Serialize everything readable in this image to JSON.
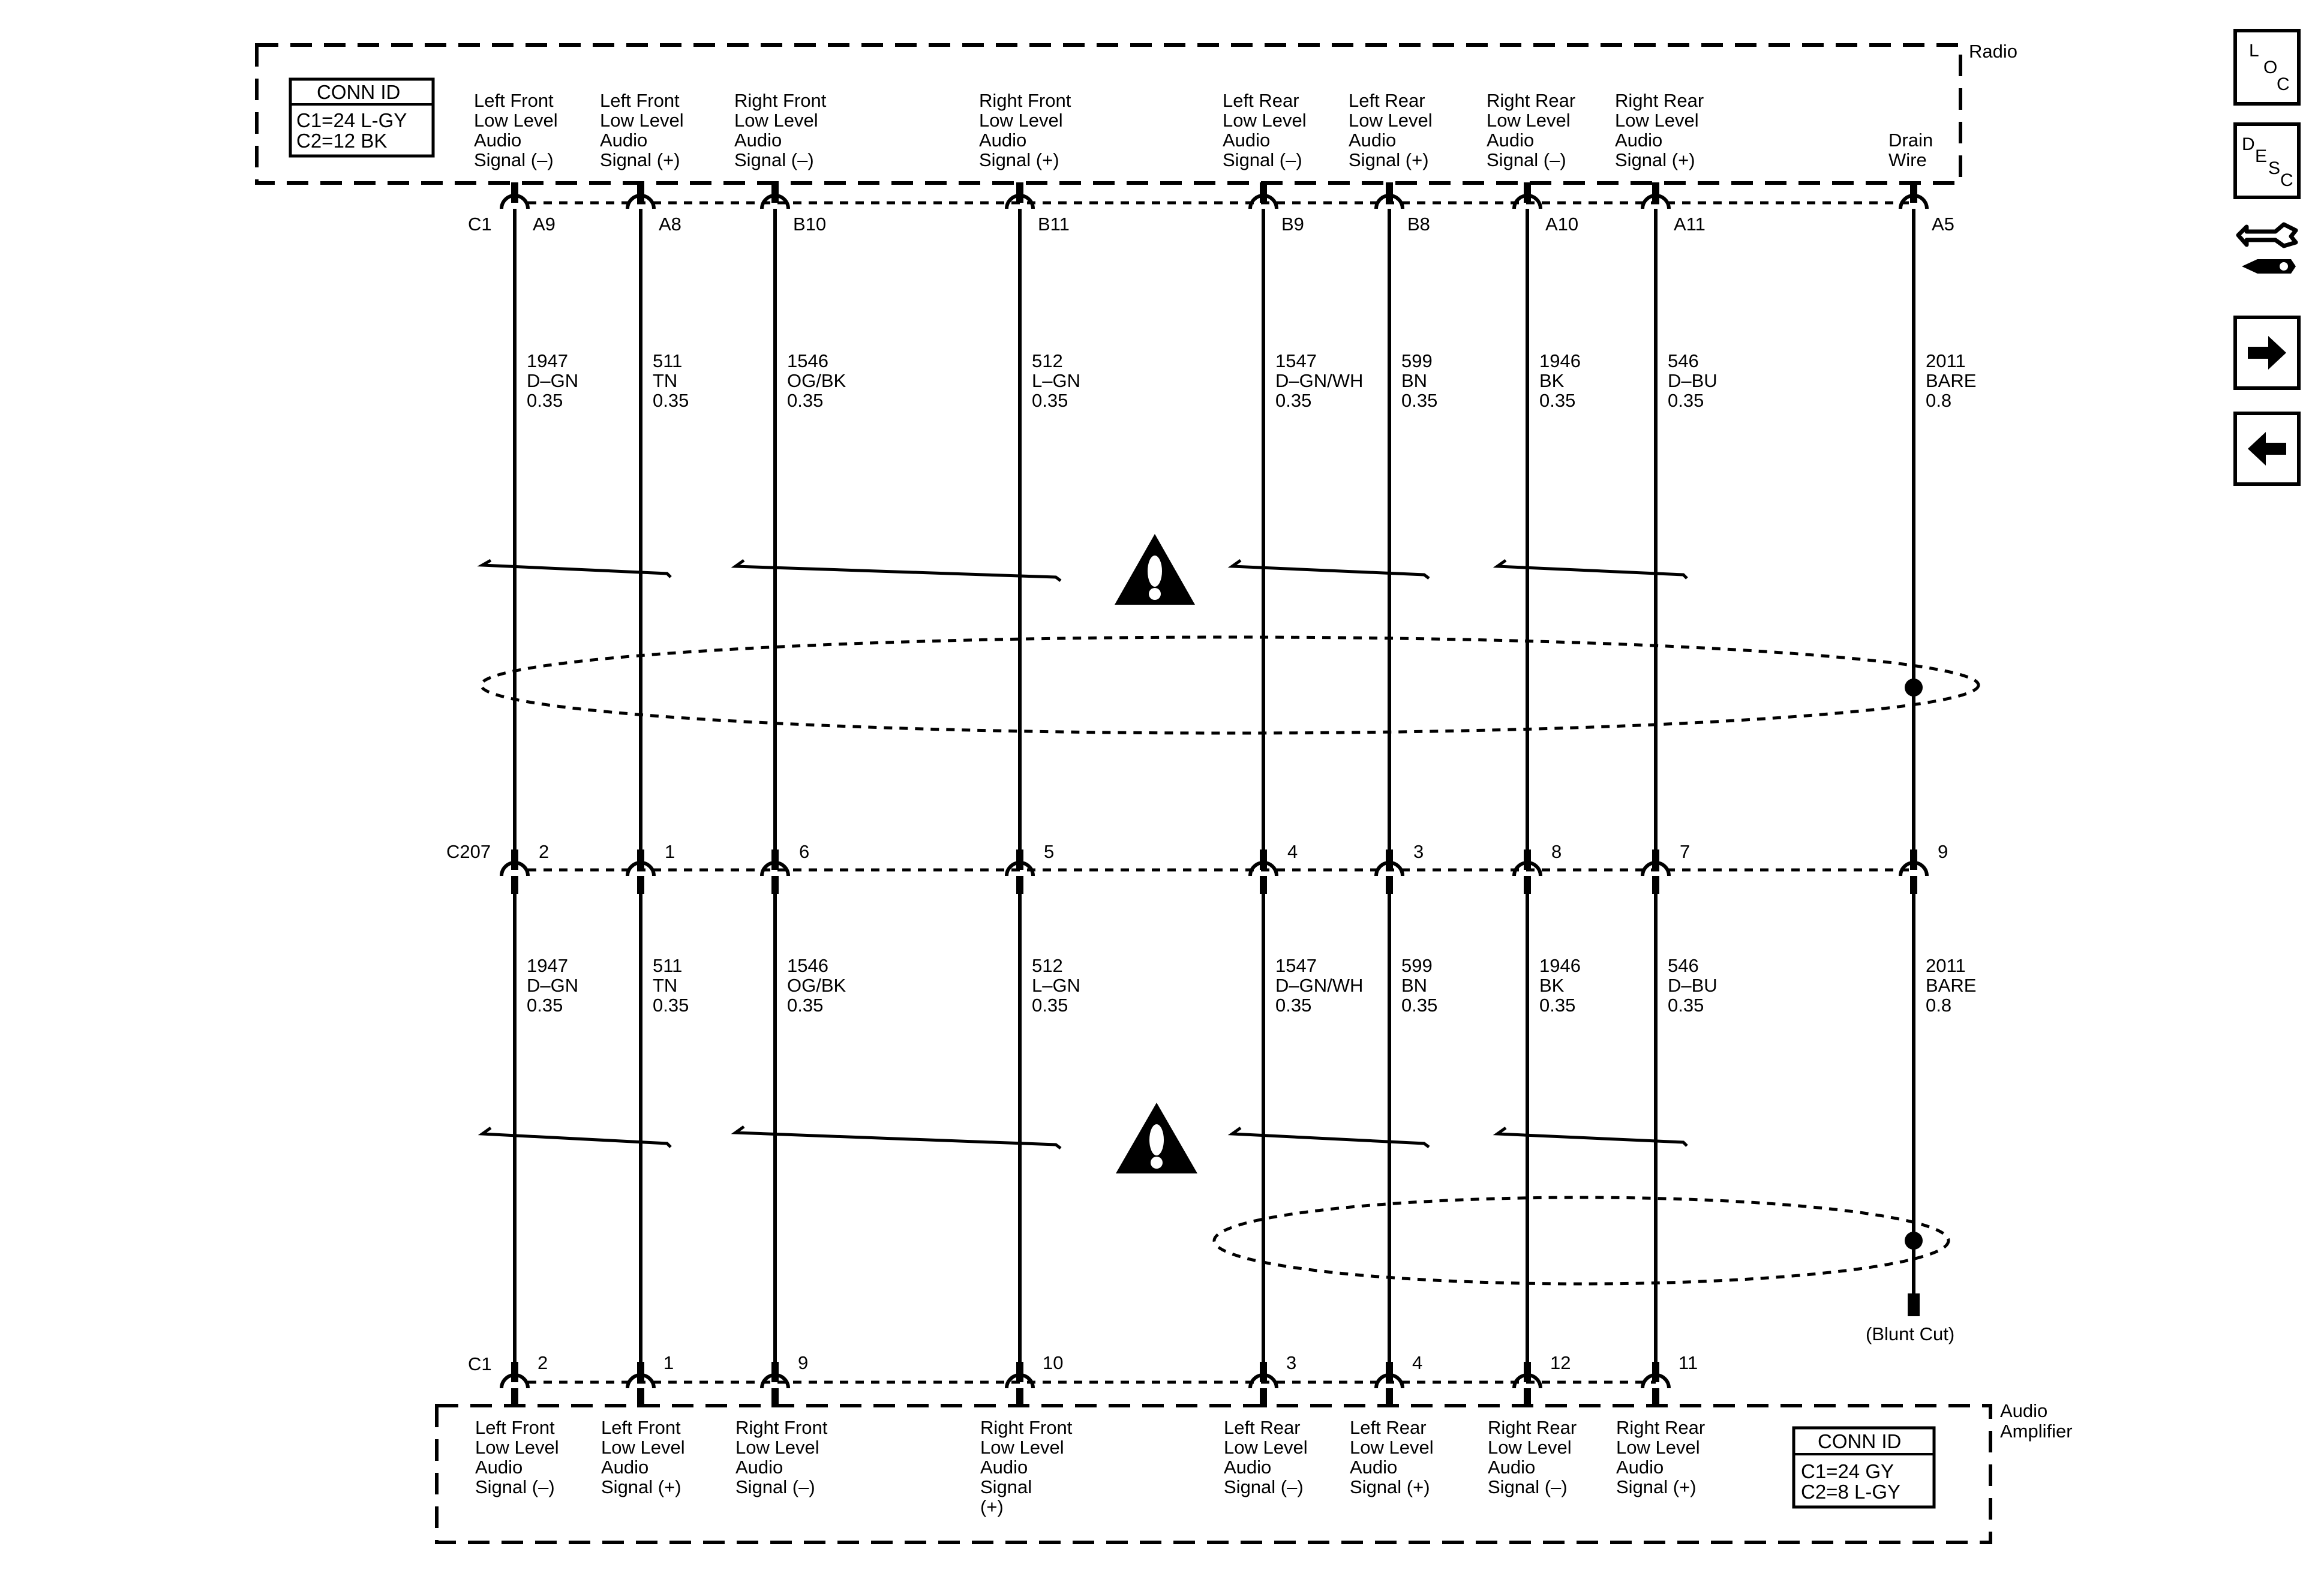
{
  "radio": {
    "title": "Radio",
    "conn_id": {
      "heading": "CONN ID",
      "lines": [
        "C1=24 L-GY",
        "C2=12 BK"
      ]
    },
    "connector_label": "C1"
  },
  "amplifier": {
    "title_lines": [
      "Audio",
      "Amplifier"
    ],
    "conn_id": {
      "heading": "CONN ID",
      "lines": [
        "C1=24 GY",
        "C2=8 L-GY"
      ]
    },
    "connector_label": "C1"
  },
  "inline_connector": {
    "label": "C207"
  },
  "circuits": [
    {
      "top_func": [
        "Left Front",
        "Low Level",
        "Audio",
        "Signal (–)"
      ],
      "radio_pin": "A9",
      "c207_pin": "2",
      "amp_pin": "2",
      "circuit": "1947",
      "color": "D–GN",
      "gauge": "0.35",
      "amp_func": [
        "Left Front",
        "Low Level",
        "Audio",
        "Signal (–)"
      ]
    },
    {
      "top_func": [
        "Left Front",
        "Low Level",
        "Audio",
        "Signal (+)"
      ],
      "radio_pin": "A8",
      "c207_pin": "1",
      "amp_pin": "1",
      "circuit": "511",
      "color": "TN",
      "gauge": "0.35",
      "amp_func": [
        "Left Front",
        "Low Level",
        "Audio",
        "Signal (+)"
      ]
    },
    {
      "top_func": [
        "Right Front",
        "Low Level",
        "Audio",
        "Signal (–)"
      ],
      "radio_pin": "B10",
      "c207_pin": "6",
      "amp_pin": "9",
      "circuit": "1546",
      "color": "OG/BK",
      "gauge": "0.35",
      "amp_func": [
        "Right Front",
        "Low Level",
        "Audio",
        "Signal (–)"
      ]
    },
    {
      "top_func": [
        "Right Front",
        "Low Level",
        "Audio",
        "Signal (+)"
      ],
      "radio_pin": "B11",
      "c207_pin": "5",
      "amp_pin": "10",
      "circuit": "512",
      "color": "L–GN",
      "gauge": "0.35",
      "amp_func": [
        "Right Front",
        "Low Level",
        "Audio",
        "Signal",
        "(+)"
      ]
    },
    {
      "top_func": [
        "Left Rear",
        "Low Level",
        "Audio",
        "Signal (–)"
      ],
      "radio_pin": "B9",
      "c207_pin": "4",
      "amp_pin": "3",
      "circuit": "1547",
      "color": "D–GN/WH",
      "gauge": "0.35",
      "amp_func": [
        "Left Rear",
        "Low Level",
        "Audio",
        "Signal (–)"
      ]
    },
    {
      "top_func": [
        "Left Rear",
        "Low Level",
        "Audio",
        "Signal (+)"
      ],
      "radio_pin": "B8",
      "c207_pin": "3",
      "amp_pin": "4",
      "circuit": "599",
      "color": "BN",
      "gauge": "0.35",
      "amp_func": [
        "Left Rear",
        "Low Level",
        "Audio",
        "Signal (+)"
      ]
    },
    {
      "top_func": [
        "Right Rear",
        "Low Level",
        "Audio",
        "Signal (–)"
      ],
      "radio_pin": "A10",
      "c207_pin": "8",
      "amp_pin": "12",
      "circuit": "1946",
      "color": "BK",
      "gauge": "0.35",
      "amp_func": [
        "Right Rear",
        "Low Level",
        "Audio",
        "Signal (–)"
      ]
    },
    {
      "top_func": [
        "Right Rear",
        "Low Level",
        "Audio",
        "Signal (+)"
      ],
      "radio_pin": "A11",
      "c207_pin": "7",
      "amp_pin": "11",
      "circuit": "546",
      "color": "D–BU",
      "gauge": "0.35",
      "amp_func": [
        "Right Rear",
        "Low Level",
        "Audio",
        "Signal (+)"
      ]
    },
    {
      "top_func": [
        "Drain",
        "Wire"
      ],
      "radio_pin": "A5",
      "c207_pin": "9",
      "amp_pin": "",
      "circuit": "2011",
      "color": "BARE",
      "gauge": "0.8",
      "amp_func": []
    }
  ],
  "blunt_cut": "(Blunt Cut)",
  "side_buttons": [
    {
      "name": "loc",
      "letters": [
        "L",
        "O",
        "C"
      ]
    },
    {
      "name": "desc",
      "letters": [
        "D",
        "E",
        "S",
        "C"
      ]
    },
    {
      "name": "repair",
      "icon": "wrench-hand-icon"
    },
    {
      "name": "next",
      "icon": "arrow-right-icon"
    },
    {
      "name": "prev",
      "icon": "arrow-left-icon"
    }
  ]
}
